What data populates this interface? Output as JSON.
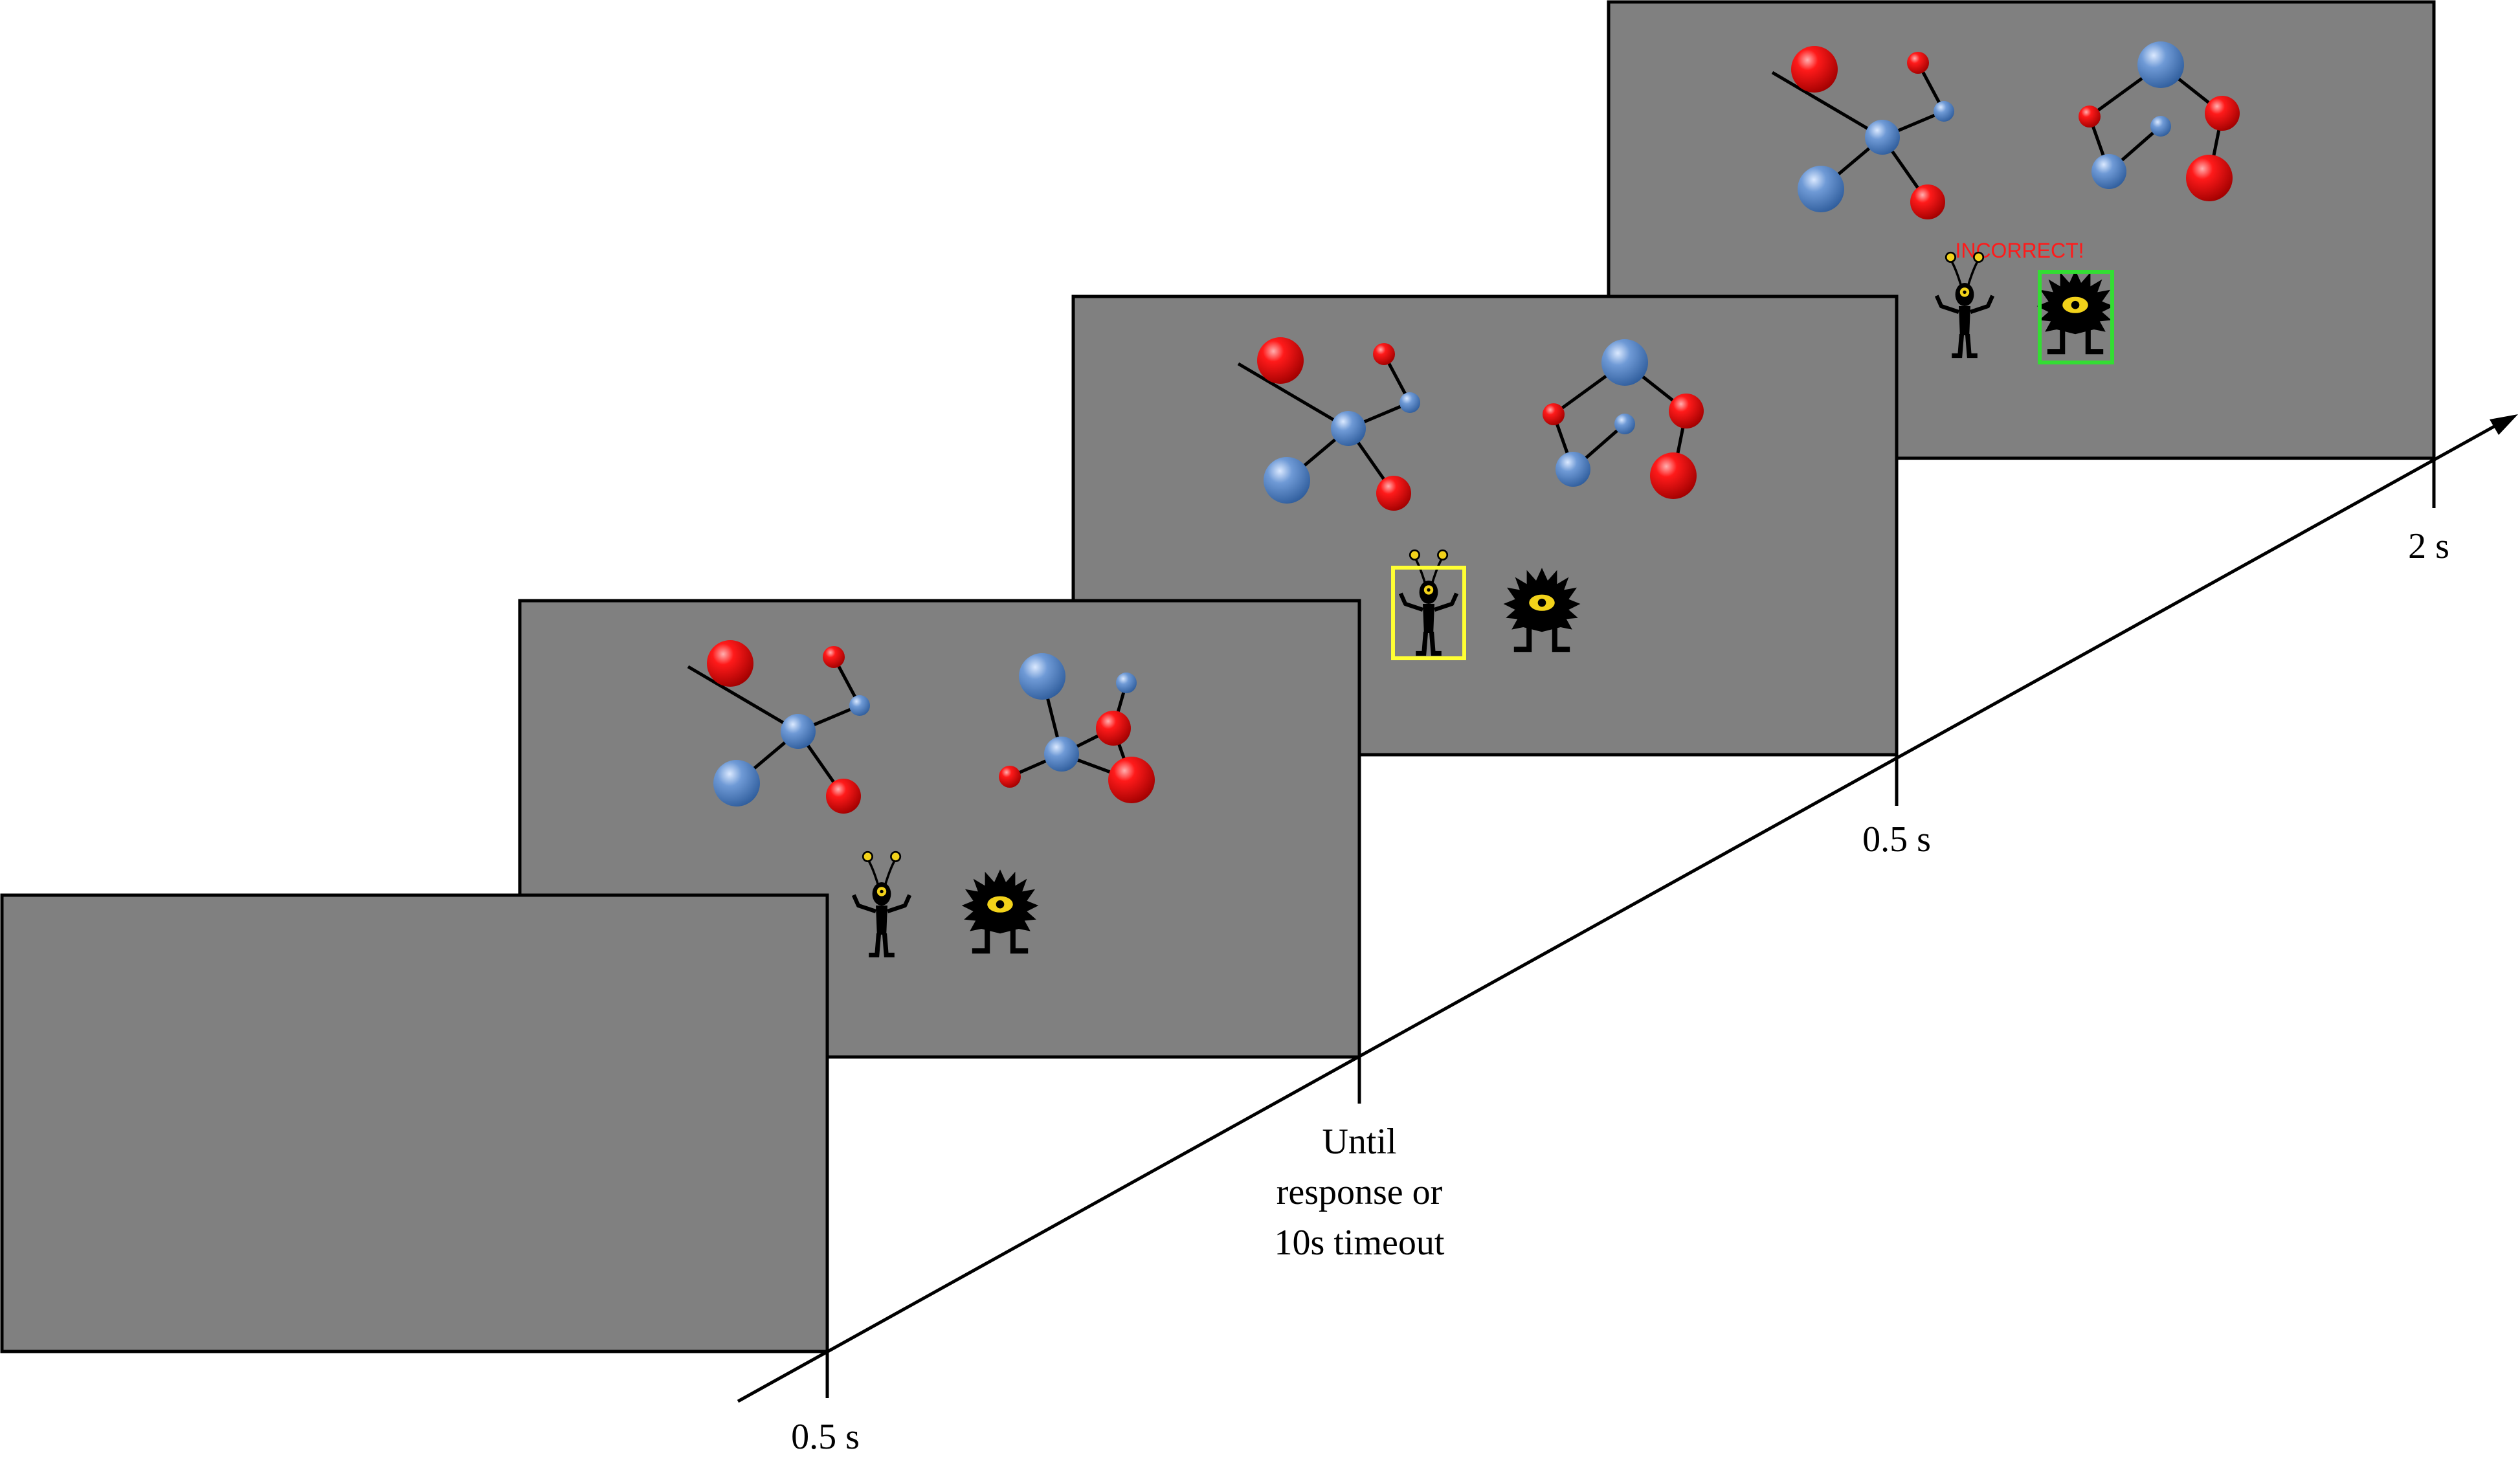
{
  "timeline": {
    "labels": {
      "blank_duration": "0.5 s",
      "choice_duration_line1": "Until",
      "choice_duration_line2": "response or",
      "choice_duration_line3": "10s timeout",
      "selection_duration": "0.5 s",
      "feedback_duration": "2 s"
    }
  },
  "screens": {
    "feedback": {
      "message": "INCORRECT!",
      "message_color": "#ff1a1a"
    }
  },
  "colors": {
    "screen_bg": "#808080",
    "red_atom": "#ff0000",
    "blue_atom": "#5b8fd0",
    "selection_box": "#ffff33",
    "correct_box": "#33dd33",
    "alien": "#000000",
    "alien_eye": "#f2d21a"
  },
  "icons": [
    "red-atom-icon",
    "blue-atom-icon",
    "antenna-alien-icon",
    "spiky-eye-monster-icon"
  ]
}
